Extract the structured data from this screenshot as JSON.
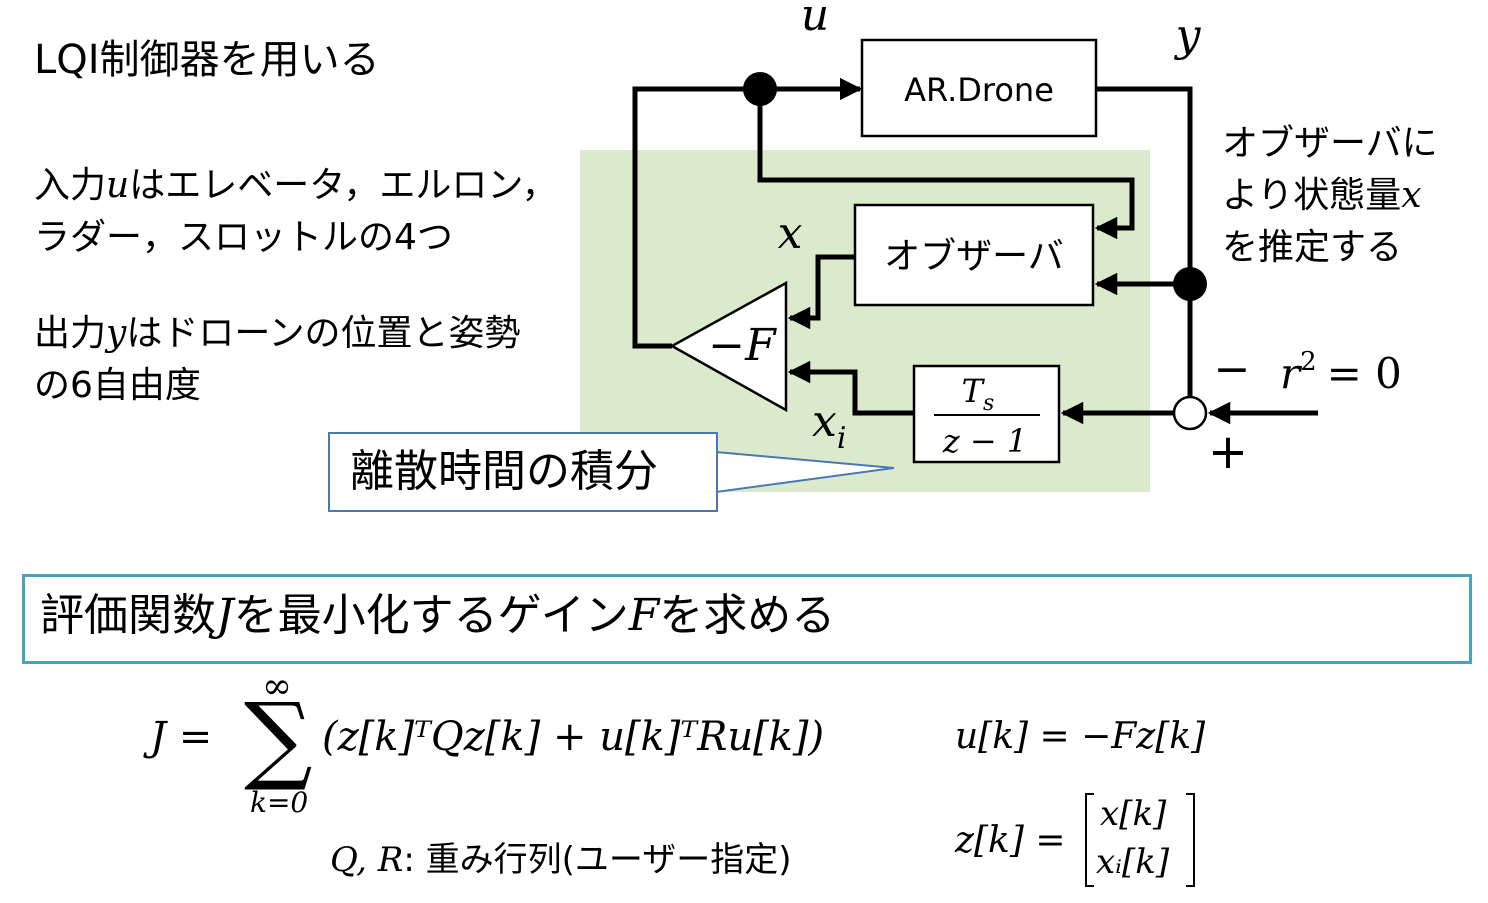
{
  "title": "LQI制御器を用いる",
  "left_text": {
    "input_line1_prefix": "入力",
    "input_var": "u",
    "input_line1_suffix": "はエレベータ，エルロン，",
    "input_line2": "ラダー，スロットルの4つ",
    "output_line1_prefix": "出力",
    "output_var": "y",
    "output_line1_suffix": "はドローンの位置と姿勢",
    "output_line2": "の6自由度"
  },
  "diagram": {
    "plant_label": "AR.Drone",
    "observer_label": "オブザーバ",
    "gain_label": "−F",
    "integrator_num": "T",
    "integrator_num_sub": "s",
    "integrator_den": "z − 1",
    "signal_u": "u",
    "signal_y": "y",
    "signal_x": "x",
    "signal_xi": "x",
    "signal_xi_sub": "i",
    "minus_sign": "−",
    "plus_sign": "+",
    "ref_r": "r",
    "ref_exp": "2",
    "ref_eq": "= 0"
  },
  "observer_note": {
    "line1": "オブザーバに",
    "line2_prefix": "より状態量",
    "line2_var": "x",
    "line3": "を推定する"
  },
  "callout": "離散時間の積分",
  "goal": {
    "prefix": "評価関数",
    "var_j": "J",
    "middle": "を最小化するゲイン",
    "var_f": "F",
    "suffix": "を求める"
  },
  "equations": {
    "cost_lhs": "J =",
    "sum_upper": "∞",
    "sum_lower": "k=0",
    "cost_body": "(z[k]ᵀQz[k] + u[k]ᵀRu[k])",
    "control_law": "u[k] = −Fz[k]",
    "state_lhs": "z[k] =",
    "state_top": "x[k]",
    "state_bottom": "xᵢ[k]",
    "weights_vars": "Q, R",
    "weights_desc": ": 重み行列(ユーザー指定)"
  }
}
